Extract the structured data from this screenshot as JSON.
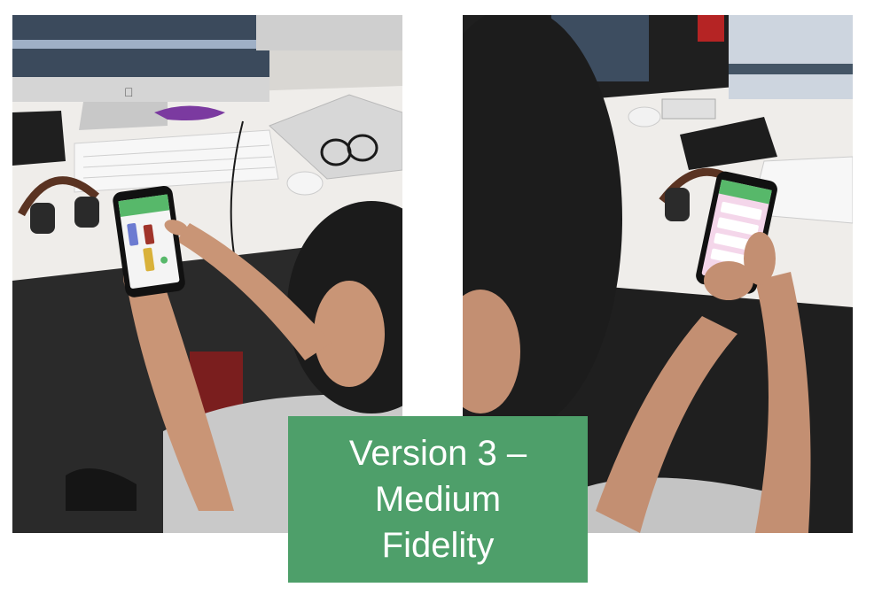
{
  "caption": {
    "lines": [
      "Version 3 –",
      "Medium",
      "Fidelity"
    ],
    "background_color": "#4e9f6a",
    "text_color": "#ffffff"
  },
  "photos": [
    {
      "name": "left-photo",
      "subject": "person holding phone showing green app screen at desk"
    },
    {
      "name": "right-photo",
      "subject": "person holding phone showing pink app screen at desk"
    }
  ],
  "colors": {
    "app_green": "#57b86a",
    "app_pink": "#f4d6ea",
    "desk": "#f1efec",
    "floor": "#242424"
  }
}
